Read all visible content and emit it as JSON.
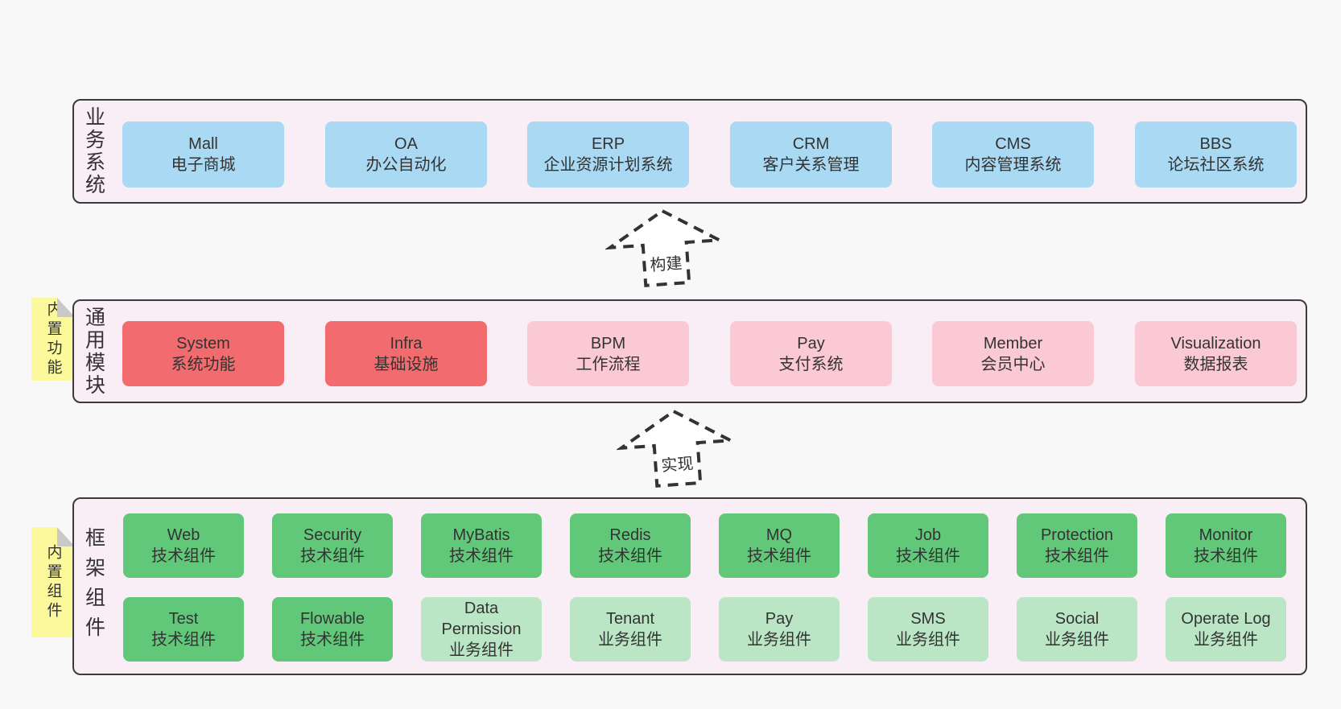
{
  "diagram_title": "",
  "colors": {
    "bg": "#f8f8f8",
    "panel": "#f9edf6",
    "panelBorder": "#3b3b3b",
    "blue": "#a9d9f3",
    "red": "#f26b6e",
    "pink": "#fbc9d3",
    "green": "#60c878",
    "lightgreen": "#bae6c6",
    "yellow": "#fbf99b",
    "fold": "#c9c9c9",
    "text": "#333333"
  },
  "arrows": [
    {
      "label": "构建"
    },
    {
      "label": "实现"
    }
  ],
  "sections": [
    {
      "label": "业务系统",
      "boxes": [
        {
          "title": "Mall",
          "subtitle": "电子商城",
          "variant": "blue"
        },
        {
          "title": "OA",
          "subtitle": "办公自动化",
          "variant": "blue"
        },
        {
          "title": "ERP",
          "subtitle": "企业资源计划系统",
          "variant": "blue"
        },
        {
          "title": "CRM",
          "subtitle": "客户关系管理",
          "variant": "blue"
        },
        {
          "title": "CMS",
          "subtitle": "内容管理系统",
          "variant": "blue"
        },
        {
          "title": "BBS",
          "subtitle": "论坛社区系统",
          "variant": "blue"
        }
      ]
    },
    {
      "label": "通用模块",
      "note": "内置功能",
      "boxes": [
        {
          "title": "System",
          "subtitle": "系统功能",
          "variant": "red"
        },
        {
          "title": "Infra",
          "subtitle": "基础设施",
          "variant": "red"
        },
        {
          "title": "BPM",
          "subtitle": "工作流程",
          "variant": "pink"
        },
        {
          "title": "Pay",
          "subtitle": "支付系统",
          "variant": "pink"
        },
        {
          "title": "Member",
          "subtitle": "会员中心",
          "variant": "pink"
        },
        {
          "title": "Visualization",
          "subtitle": "数据报表",
          "variant": "pink"
        }
      ]
    },
    {
      "label": "框架组件",
      "note": "内置组件",
      "rows": [
        [
          {
            "title": "Web",
            "subtitle": "技术组件",
            "variant": "green"
          },
          {
            "title": "Security",
            "subtitle": "技术组件",
            "variant": "green"
          },
          {
            "title": "MyBatis",
            "subtitle": "技术组件",
            "variant": "green"
          },
          {
            "title": "Redis",
            "subtitle": "技术组件",
            "variant": "green"
          },
          {
            "title": "MQ",
            "subtitle": "技术组件",
            "variant": "green"
          },
          {
            "title": "Job",
            "subtitle": "技术组件",
            "variant": "green"
          },
          {
            "title": "Protection",
            "subtitle": "技术组件",
            "variant": "green"
          },
          {
            "title": "Monitor",
            "subtitle": "技术组件",
            "variant": "green"
          }
        ],
        [
          {
            "title": "Test",
            "subtitle": "技术组件",
            "variant": "green"
          },
          {
            "title": "Flowable",
            "subtitle": "技术组件",
            "variant": "green"
          },
          {
            "title": "Data Permission",
            "subtitle": "业务组件",
            "variant": "lightgreen"
          },
          {
            "title": "Tenant",
            "subtitle": "业务组件",
            "variant": "lightgreen"
          },
          {
            "title": "Pay",
            "subtitle": "业务组件",
            "variant": "lightgreen"
          },
          {
            "title": "SMS",
            "subtitle": "业务组件",
            "variant": "lightgreen"
          },
          {
            "title": "Social",
            "subtitle": "业务组件",
            "variant": "lightgreen"
          },
          {
            "title": "Operate Log",
            "subtitle": "业务组件",
            "variant": "lightgreen"
          }
        ]
      ]
    }
  ]
}
